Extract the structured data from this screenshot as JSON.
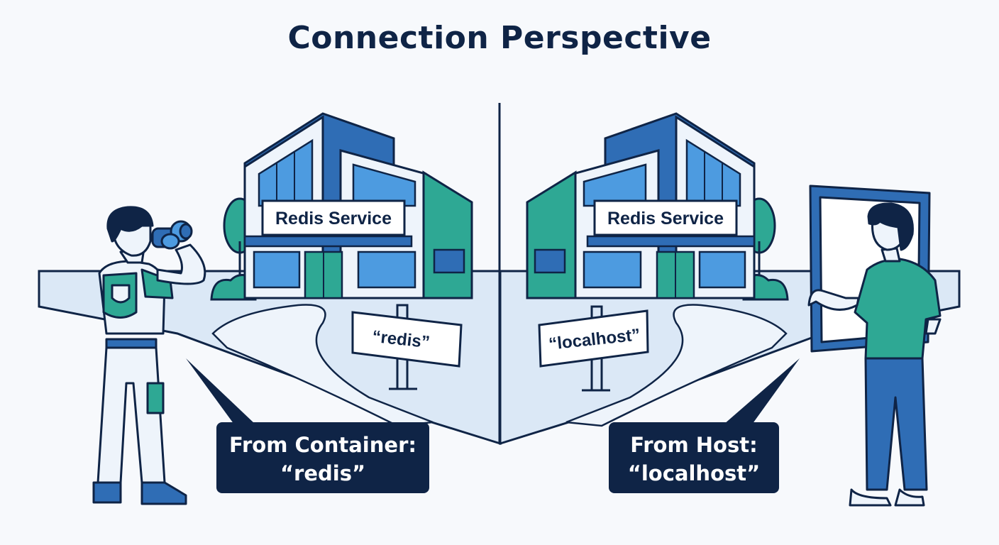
{
  "title": "Connection Perspective",
  "left": {
    "building_sign": "Redis Service",
    "signpost": "“redis”",
    "callout": {
      "line1": "From Container:",
      "line2": "“redis”"
    }
  },
  "right": {
    "building_sign": "Redis Service",
    "signpost": "“localhost”",
    "callout": {
      "line1": "From Host:",
      "line2": "“localhost”"
    }
  },
  "colors": {
    "navy": "#0f2446",
    "blue": "#2f6db5",
    "light_blue": "#4d9be0",
    "teal": "#2ea894",
    "ground": "#dbe8f6",
    "background": "#f7f9fc"
  }
}
